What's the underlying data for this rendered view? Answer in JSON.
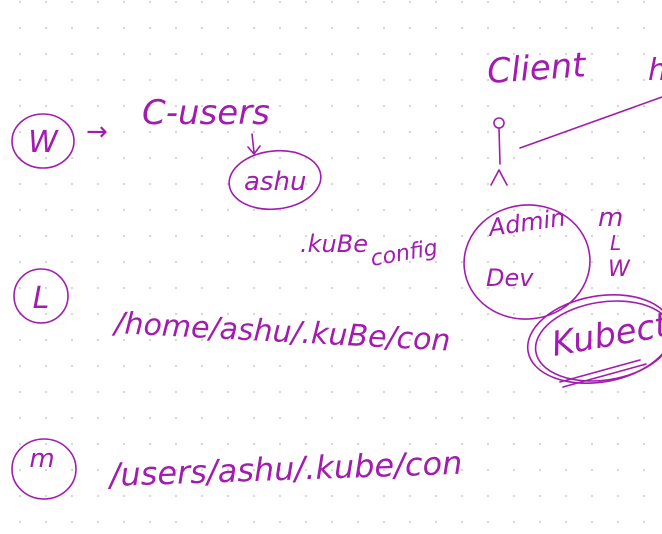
{
  "ink_color": "#a21caf",
  "note": {
    "windows": {
      "badge": "W",
      "arrow": "→",
      "path": "C-users",
      "folder": "ashu"
    },
    "kube_config_label": {
      "kube": ".kuBe",
      "config": "config"
    },
    "linux": {
      "badge": "L",
      "path": "/home/ashu/.kuBe/con"
    },
    "mac": {
      "badge": "m",
      "path": "/users/ashu/.kube/con"
    },
    "diagram": {
      "client_label": "Client",
      "clipped_label": "h",
      "roles": [
        "Admin",
        "Dev"
      ],
      "os_list": [
        "m",
        "L",
        "W"
      ],
      "tool": "Kubectl"
    }
  }
}
